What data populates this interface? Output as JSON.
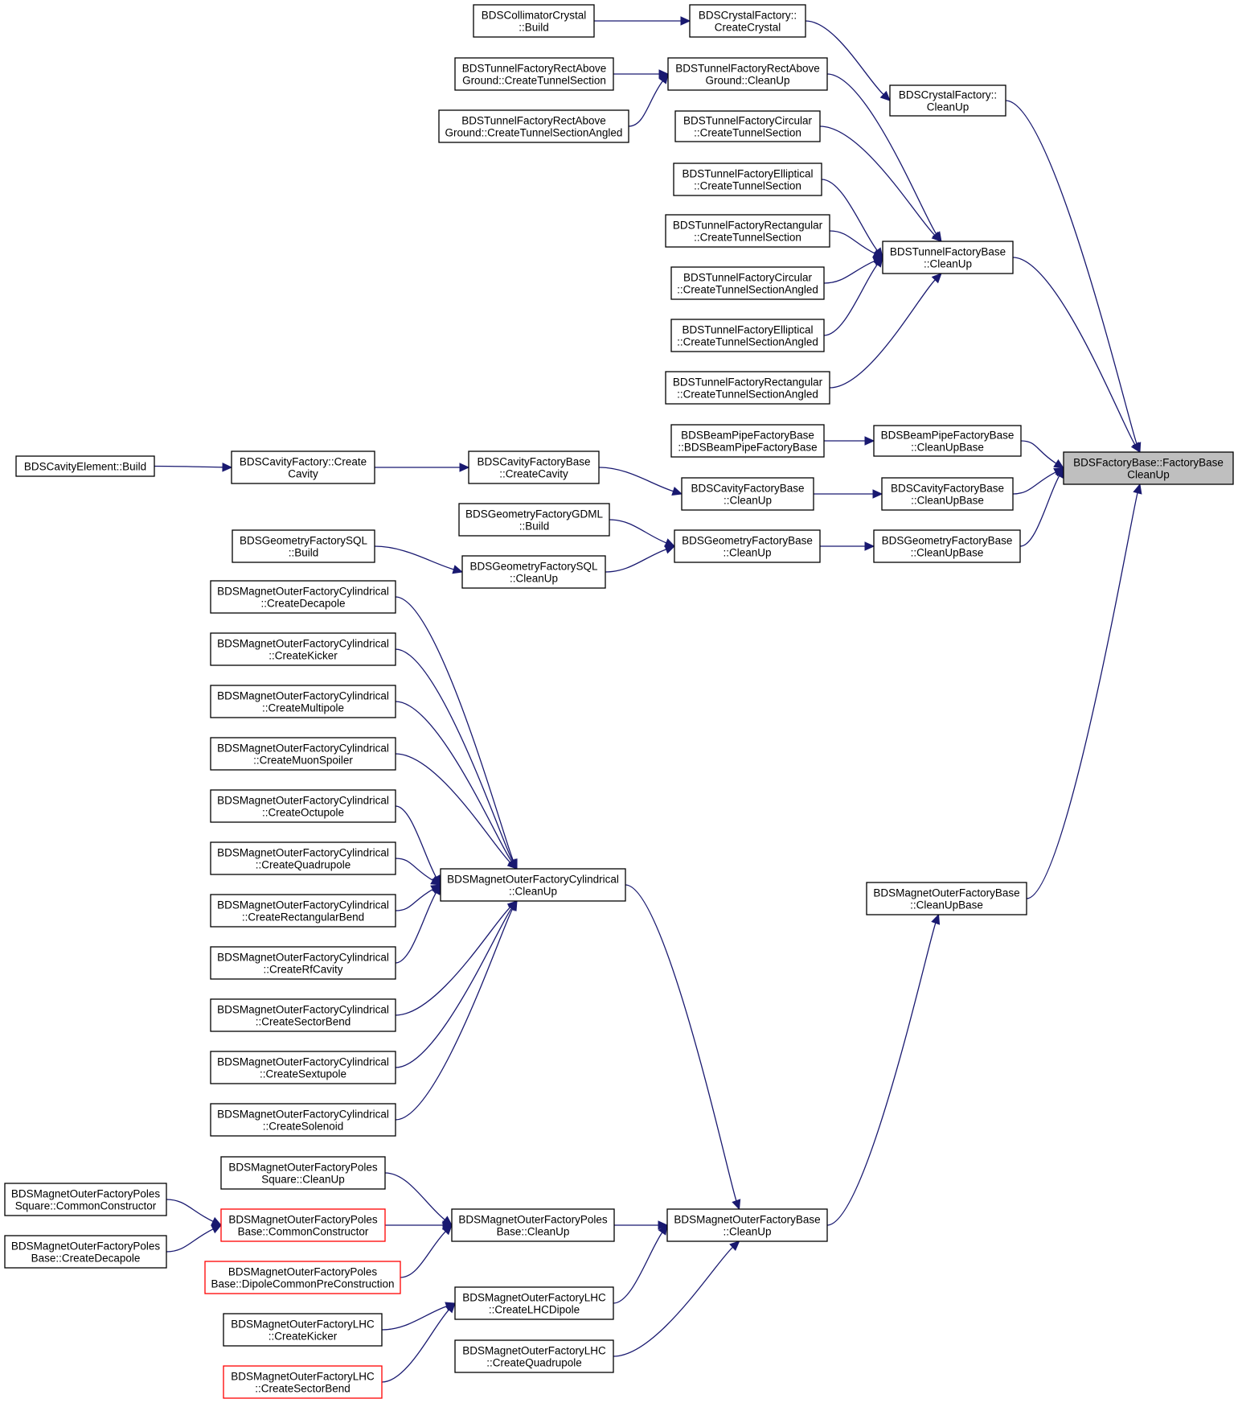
{
  "colors": {
    "edge": "#191970",
    "node_border": "#000000",
    "truncated_border": "#ff0000",
    "focus_fill": "#bfbfbf"
  },
  "nodes": [
    {
      "id": "factorybase",
      "lines": [
        "BDSFactoryBase::FactoryBase",
        "CleanUp"
      ],
      "style": "focus"
    },
    {
      "id": "crystal_cleanup",
      "lines": [
        "BDSCrystalFactory::",
        "CleanUp"
      ],
      "style": "normal"
    },
    {
      "id": "crystal_create",
      "lines": [
        "BDSCrystalFactory::",
        "CreateCrystal"
      ],
      "style": "normal"
    },
    {
      "id": "collimator_build",
      "lines": [
        "BDSCollimatorCrystal",
        "::Build"
      ],
      "style": "normal"
    },
    {
      "id": "tunnelbase_cleanup",
      "lines": [
        "BDSTunnelFactoryBase",
        "::CleanUp"
      ],
      "style": "normal"
    },
    {
      "id": "rectabove_cleanup",
      "lines": [
        "BDSTunnelFactoryRectAbove",
        "Ground::CleanUp"
      ],
      "style": "normal"
    },
    {
      "id": "rectabove_cts",
      "lines": [
        "BDSTunnelFactoryRectAbove",
        "Ground::CreateTunnelSection"
      ],
      "style": "normal"
    },
    {
      "id": "rectabove_ctsa",
      "lines": [
        "BDSTunnelFactoryRectAbove",
        "Ground::CreateTunnelSectionAngled"
      ],
      "style": "normal"
    },
    {
      "id": "circ_cts",
      "lines": [
        "BDSTunnelFactoryCircular",
        "::CreateTunnelSection"
      ],
      "style": "normal"
    },
    {
      "id": "ell_cts",
      "lines": [
        "BDSTunnelFactoryElliptical",
        "::CreateTunnelSection"
      ],
      "style": "normal"
    },
    {
      "id": "rect_cts",
      "lines": [
        "BDSTunnelFactoryRectangular",
        "::CreateTunnelSection"
      ],
      "style": "normal"
    },
    {
      "id": "circ_ctsa",
      "lines": [
        "BDSTunnelFactoryCircular",
        "::CreateTunnelSectionAngled"
      ],
      "style": "normal"
    },
    {
      "id": "ell_ctsa",
      "lines": [
        "BDSTunnelFactoryElliptical",
        "::CreateTunnelSectionAngled"
      ],
      "style": "normal"
    },
    {
      "id": "rect_ctsa",
      "lines": [
        "BDSTunnelFactoryRectangular",
        "::CreateTunnelSectionAngled"
      ],
      "style": "normal"
    },
    {
      "id": "beampipe_cleanupbase",
      "lines": [
        "BDSBeamPipeFactoryBase",
        "::CleanUpBase"
      ],
      "style": "normal"
    },
    {
      "id": "beampipe_ctor",
      "lines": [
        "BDSBeamPipeFactoryBase",
        "::BDSBeamPipeFactoryBase"
      ],
      "style": "normal"
    },
    {
      "id": "cavity_cleanupbase",
      "lines": [
        "BDSCavityFactoryBase",
        "::CleanUpBase"
      ],
      "style": "normal"
    },
    {
      "id": "cavity_cleanup",
      "lines": [
        "BDSCavityFactoryBase",
        "::CleanUp"
      ],
      "style": "normal"
    },
    {
      "id": "cavitybase_create",
      "lines": [
        "BDSCavityFactoryBase",
        "::CreateCavity"
      ],
      "style": "normal"
    },
    {
      "id": "cavityfactory_create",
      "lines": [
        "BDSCavityFactory::Create",
        "Cavity"
      ],
      "style": "normal"
    },
    {
      "id": "cavityelement_build",
      "lines": [
        "BDSCavityElement::Build"
      ],
      "style": "normal"
    },
    {
      "id": "geom_cleanupbase",
      "lines": [
        "BDSGeometryFactoryBase",
        "::CleanUpBase"
      ],
      "style": "normal"
    },
    {
      "id": "geom_cleanup",
      "lines": [
        "BDSGeometryFactoryBase",
        "::CleanUp"
      ],
      "style": "normal"
    },
    {
      "id": "gdml_build",
      "lines": [
        "BDSGeometryFactoryGDML",
        "::Build"
      ],
      "style": "normal"
    },
    {
      "id": "sql_cleanup",
      "lines": [
        "BDSGeometryFactorySQL",
        "::CleanUp"
      ],
      "style": "normal"
    },
    {
      "id": "sql_build",
      "lines": [
        "BDSGeometryFactorySQL",
        "::Build"
      ],
      "style": "normal"
    },
    {
      "id": "mof_cleanupbase",
      "lines": [
        "BDSMagnetOuterFactoryBase",
        "::CleanUpBase"
      ],
      "style": "normal"
    },
    {
      "id": "mof_cleanup",
      "lines": [
        "BDSMagnetOuterFactoryBase",
        "::CleanUp"
      ],
      "style": "normal"
    },
    {
      "id": "cyl_cleanup",
      "lines": [
        "BDSMagnetOuterFactoryCylindrical",
        "::CleanUp"
      ],
      "style": "normal"
    },
    {
      "id": "cyl_decapole",
      "lines": [
        "BDSMagnetOuterFactoryCylindrical",
        "::CreateDecapole"
      ],
      "style": "normal"
    },
    {
      "id": "cyl_kicker",
      "lines": [
        "BDSMagnetOuterFactoryCylindrical",
        "::CreateKicker"
      ],
      "style": "normal"
    },
    {
      "id": "cyl_multipole",
      "lines": [
        "BDSMagnetOuterFactoryCylindrical",
        "::CreateMultipole"
      ],
      "style": "normal"
    },
    {
      "id": "cyl_muonspoiler",
      "lines": [
        "BDSMagnetOuterFactoryCylindrical",
        "::CreateMuonSpoiler"
      ],
      "style": "normal"
    },
    {
      "id": "cyl_octupole",
      "lines": [
        "BDSMagnetOuterFactoryCylindrical",
        "::CreateOctupole"
      ],
      "style": "normal"
    },
    {
      "id": "cyl_quadrupole",
      "lines": [
        "BDSMagnetOuterFactoryCylindrical",
        "::CreateQuadrupole"
      ],
      "style": "normal"
    },
    {
      "id": "cyl_rectbend",
      "lines": [
        "BDSMagnetOuterFactoryCylindrical",
        "::CreateRectangularBend"
      ],
      "style": "normal"
    },
    {
      "id": "cyl_rfcavity",
      "lines": [
        "BDSMagnetOuterFactoryCylindrical",
        "::CreateRfCavity"
      ],
      "style": "normal"
    },
    {
      "id": "cyl_sectorbend",
      "lines": [
        "BDSMagnetOuterFactoryCylindrical",
        "::CreateSectorBend"
      ],
      "style": "normal"
    },
    {
      "id": "cyl_sextupole",
      "lines": [
        "BDSMagnetOuterFactoryCylindrical",
        "::CreateSextupole"
      ],
      "style": "normal"
    },
    {
      "id": "cyl_solenoid",
      "lines": [
        "BDSMagnetOuterFactoryCylindrical",
        "::CreateSolenoid"
      ],
      "style": "normal"
    },
    {
      "id": "poles_cleanup",
      "lines": [
        "BDSMagnetOuterFactoryPoles",
        "Base::CleanUp"
      ],
      "style": "normal"
    },
    {
      "id": "polessq_cleanup",
      "lines": [
        "BDSMagnetOuterFactoryPoles",
        "Square::CleanUp"
      ],
      "style": "normal"
    },
    {
      "id": "poles_commonctor",
      "lines": [
        "BDSMagnetOuterFactoryPoles",
        "Base::CommonConstructor"
      ],
      "style": "truncated"
    },
    {
      "id": "polessq_commonctor",
      "lines": [
        "BDSMagnetOuterFactoryPoles",
        "Square::CommonConstructor"
      ],
      "style": "normal"
    },
    {
      "id": "poles_decapole",
      "lines": [
        "BDSMagnetOuterFactoryPoles",
        "Base::CreateDecapole"
      ],
      "style": "normal"
    },
    {
      "id": "poles_dipolepre",
      "lines": [
        "BDSMagnetOuterFactoryPoles",
        "Base::DipoleCommonPreConstruction"
      ],
      "style": "truncated"
    },
    {
      "id": "lhc_dipole",
      "lines": [
        "BDSMagnetOuterFactoryLHC",
        "::CreateLHCDipole"
      ],
      "style": "normal"
    },
    {
      "id": "lhc_quadrupole",
      "lines": [
        "BDSMagnetOuterFactoryLHC",
        "::CreateQuadrupole"
      ],
      "style": "normal"
    },
    {
      "id": "lhc_kicker",
      "lines": [
        "BDSMagnetOuterFactoryLHC",
        "::CreateKicker"
      ],
      "style": "normal"
    },
    {
      "id": "lhc_sectorbend",
      "lines": [
        "BDSMagnetOuterFactoryLHC",
        "::CreateSectorBend"
      ],
      "style": "truncated"
    }
  ],
  "edges": [
    [
      "crystal_cleanup",
      "factorybase"
    ],
    [
      "crystal_create",
      "crystal_cleanup"
    ],
    [
      "collimator_build",
      "crystal_create"
    ],
    [
      "tunnelbase_cleanup",
      "factorybase"
    ],
    [
      "rectabove_cleanup",
      "tunnelbase_cleanup"
    ],
    [
      "rectabove_cts",
      "rectabove_cleanup"
    ],
    [
      "rectabove_ctsa",
      "rectabove_cleanup"
    ],
    [
      "circ_cts",
      "tunnelbase_cleanup"
    ],
    [
      "ell_cts",
      "tunnelbase_cleanup"
    ],
    [
      "rect_cts",
      "tunnelbase_cleanup"
    ],
    [
      "circ_ctsa",
      "tunnelbase_cleanup"
    ],
    [
      "ell_ctsa",
      "tunnelbase_cleanup"
    ],
    [
      "rect_ctsa",
      "tunnelbase_cleanup"
    ],
    [
      "beampipe_cleanupbase",
      "factorybase"
    ],
    [
      "beampipe_ctor",
      "beampipe_cleanupbase"
    ],
    [
      "cavity_cleanupbase",
      "factorybase"
    ],
    [
      "cavity_cleanup",
      "cavity_cleanupbase"
    ],
    [
      "cavitybase_create",
      "cavity_cleanup"
    ],
    [
      "cavityfactory_create",
      "cavitybase_create"
    ],
    [
      "cavityelement_build",
      "cavityfactory_create"
    ],
    [
      "geom_cleanupbase",
      "factorybase"
    ],
    [
      "geom_cleanup",
      "geom_cleanupbase"
    ],
    [
      "gdml_build",
      "geom_cleanup"
    ],
    [
      "sql_cleanup",
      "geom_cleanup"
    ],
    [
      "sql_build",
      "sql_cleanup"
    ],
    [
      "mof_cleanupbase",
      "factorybase"
    ],
    [
      "mof_cleanup",
      "mof_cleanupbase"
    ],
    [
      "cyl_cleanup",
      "mof_cleanup"
    ],
    [
      "cyl_decapole",
      "cyl_cleanup"
    ],
    [
      "cyl_kicker",
      "cyl_cleanup"
    ],
    [
      "cyl_multipole",
      "cyl_cleanup"
    ],
    [
      "cyl_muonspoiler",
      "cyl_cleanup"
    ],
    [
      "cyl_octupole",
      "cyl_cleanup"
    ],
    [
      "cyl_quadrupole",
      "cyl_cleanup"
    ],
    [
      "cyl_rectbend",
      "cyl_cleanup"
    ],
    [
      "cyl_rfcavity",
      "cyl_cleanup"
    ],
    [
      "cyl_sectorbend",
      "cyl_cleanup"
    ],
    [
      "cyl_sextupole",
      "cyl_cleanup"
    ],
    [
      "cyl_solenoid",
      "cyl_cleanup"
    ],
    [
      "poles_cleanup",
      "mof_cleanup"
    ],
    [
      "polessq_cleanup",
      "poles_cleanup"
    ],
    [
      "poles_commonctor",
      "poles_cleanup"
    ],
    [
      "polessq_commonctor",
      "poles_commonctor"
    ],
    [
      "poles_decapole",
      "poles_commonctor"
    ],
    [
      "poles_dipolepre",
      "poles_cleanup"
    ],
    [
      "lhc_dipole",
      "mof_cleanup"
    ],
    [
      "lhc_quadrupole",
      "mof_cleanup"
    ],
    [
      "lhc_kicker",
      "lhc_dipole"
    ],
    [
      "lhc_sectorbend",
      "lhc_dipole"
    ]
  ]
}
